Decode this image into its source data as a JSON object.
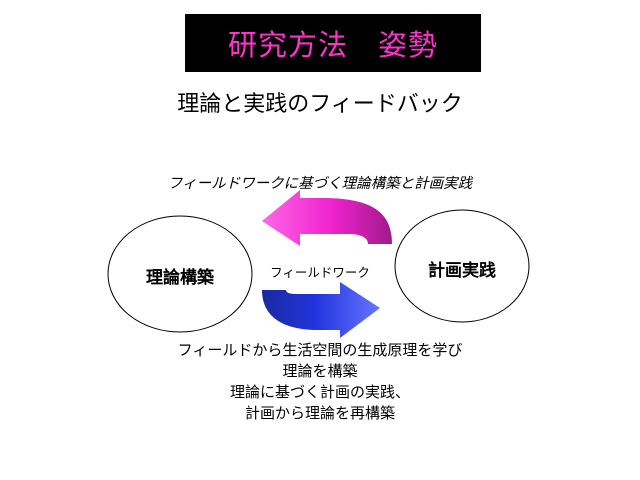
{
  "title": "研究方法　姿勢",
  "subtitle": "理論と実践のフィードバック",
  "caption": "フィールドワークに基づく理論構築と計画実践",
  "nodes": {
    "left": "理論構築",
    "right": "計画実践",
    "center": "フィールドワーク"
  },
  "description": [
    "フィールドから生活空間の生成原理を学び",
    "理論を構築",
    "理論に基づく計画の実践、",
    "計画から理論を再構築"
  ],
  "colors": {
    "title_bg": "#000000",
    "title_text": "#ff33cc",
    "upper_arrow": "#ee22cc",
    "lower_arrow": "#2233dd"
  }
}
